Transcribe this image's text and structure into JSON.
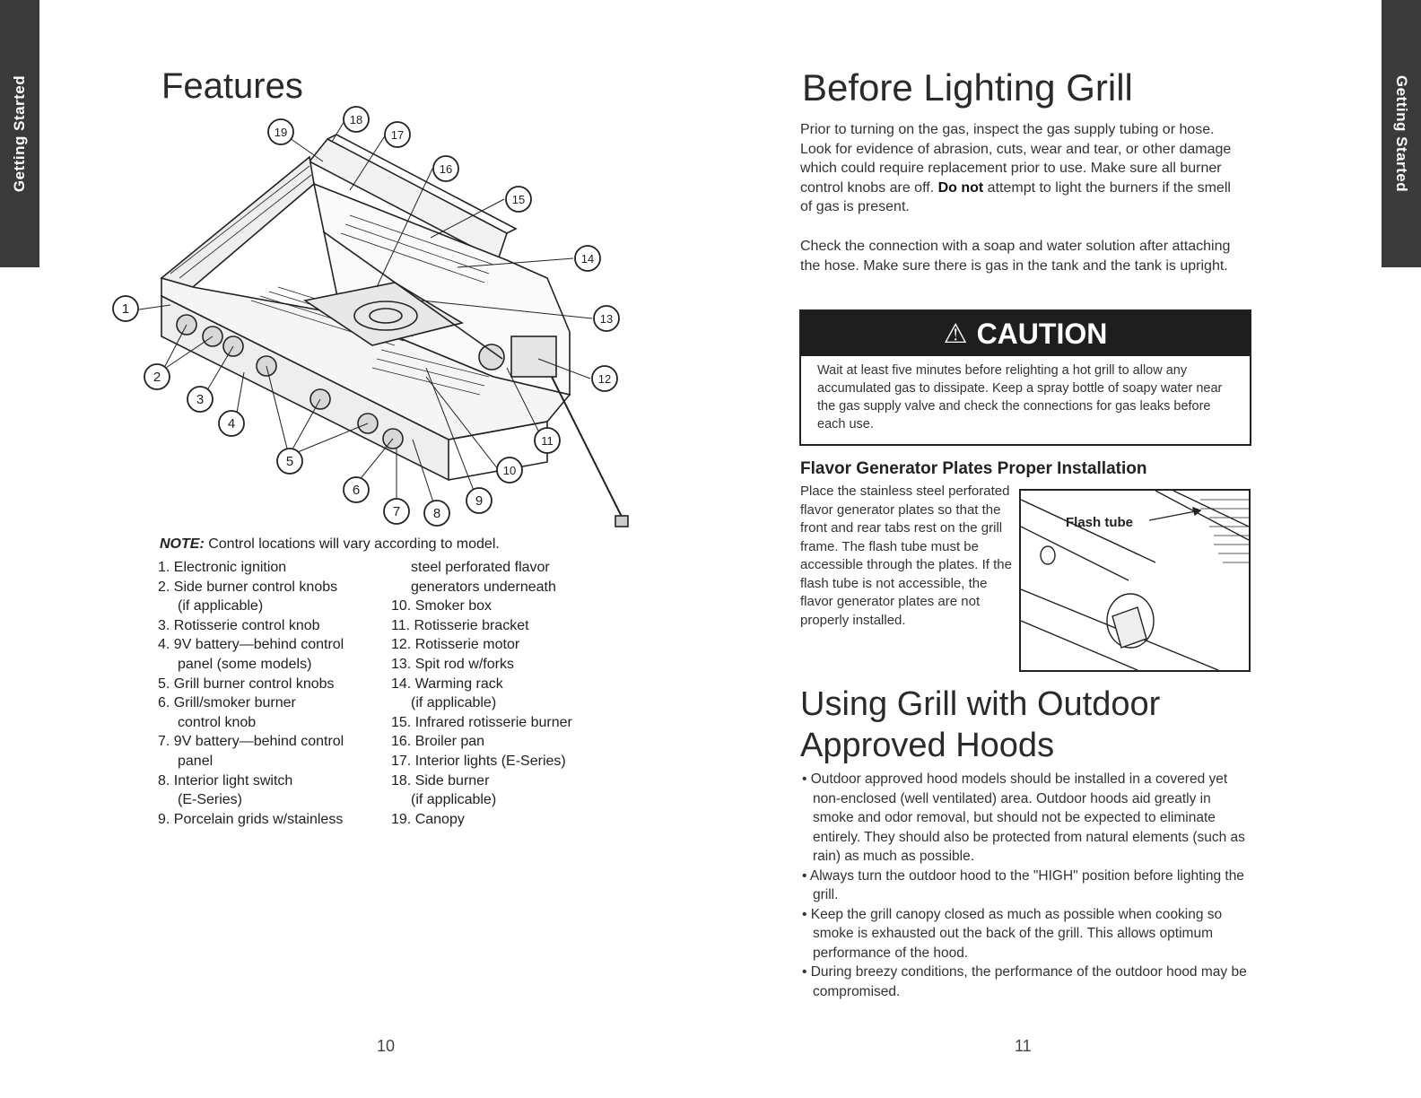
{
  "side_tabs": {
    "left": "Getting Started",
    "right": "Getting Started"
  },
  "left_page": {
    "title": "Features",
    "diagram_callouts": [
      "1",
      "2",
      "3",
      "4",
      "5",
      "6",
      "7",
      "8",
      "9",
      "10",
      "11",
      "12",
      "13",
      "14",
      "15",
      "16",
      "17",
      "18",
      "19"
    ],
    "note_label": "NOTE:",
    "note_text": " Control locations will vary according to model.",
    "parts_left": [
      {
        "text": "1. Electronic ignition",
        "cont": false
      },
      {
        "text": "2. Side burner control knobs",
        "cont": false
      },
      {
        "text": "(if applicable)",
        "cont": true
      },
      {
        "text": "3. Rotisserie control knob",
        "cont": false
      },
      {
        "text": "4. 9V battery—behind control",
        "cont": false
      },
      {
        "text": "panel (some models)",
        "cont": true
      },
      {
        "text": "5. Grill burner control knobs",
        "cont": false
      },
      {
        "text": "6. Grill/smoker burner",
        "cont": false
      },
      {
        "text": "control knob",
        "cont": true
      },
      {
        "text": "7. 9V battery—behind control",
        "cont": false
      },
      {
        "text": "panel",
        "cont": true
      },
      {
        "text": "8. Interior light switch",
        "cont": false
      },
      {
        "text": "(E-Series)",
        "cont": true
      },
      {
        "text": "9. Porcelain grids w/stainless",
        "cont": false
      }
    ],
    "parts_right": [
      {
        "text": "steel perforated flavor",
        "cont": true
      },
      {
        "text": "generators underneath",
        "cont": true
      },
      {
        "text": "10. Smoker box",
        "cont": false
      },
      {
        "text": "11. Rotisserie bracket",
        "cont": false
      },
      {
        "text": "12. Rotisserie motor",
        "cont": false
      },
      {
        "text": "13. Spit rod w/forks",
        "cont": false
      },
      {
        "text": "14. Warming rack",
        "cont": false
      },
      {
        "text": "(if applicable)",
        "cont": true
      },
      {
        "text": "15. Infrared rotisserie burner",
        "cont": false
      },
      {
        "text": "16. Broiler pan",
        "cont": false
      },
      {
        "text": "17. Interior lights (E-Series)",
        "cont": false
      },
      {
        "text": "18. Side burner",
        "cont": false
      },
      {
        "text": "(if applicable)",
        "cont": true
      },
      {
        "text": "19. Canopy",
        "cont": false
      }
    ],
    "page_number": "10"
  },
  "right_page": {
    "title": "Before Lighting Grill",
    "para1_a": "Prior to turning on the gas, inspect the gas supply tubing or hose. Look for evidence of abrasion, cuts, wear and tear, or other damage which could require replacement prior to use. Make sure all burner control knobs are off. ",
    "para1_bold": "Do not",
    "para1_b": " attempt to light the burners if the smell of gas is present.",
    "para2": "Check the connection with a soap and water solution after attaching the hose. Make sure there is gas in the tank and the tank is upright.",
    "caution_title": "CAUTION",
    "caution_text": "Wait at least five minutes before relighting a hot grill to allow any accumulated gas to dissipate. Keep a spray bottle of soapy water near the gas supply valve and check the connections for gas leaks before each use.",
    "flavor_title": "Flavor Generator Plates Proper Installation",
    "flavor_text": "Place the stainless steel perforated flavor generator plates so that the front and rear tabs rest on the grill frame. The flash tube must be accessible through the plates. If the flash tube is not accessible, the flavor generator plates are not properly installed.",
    "flash_tube_label": "Flash tube",
    "hoods_title_line1": "Using Grill with Outdoor",
    "hoods_title_line2": "Approved Hoods",
    "bullets": [
      "Outdoor approved hood models should be installed in a covered yet non-enclosed (well ventilated) area. Outdoor hoods aid greatly in smoke and odor removal, but should not be expected to eliminate entirely. They should also be protected from natural elements (such as rain) as much as possible.",
      "Always turn the outdoor hood to the \"HIGH\" position before lighting the grill.",
      "Keep the grill canopy closed as much as possible when cooking so smoke is exhausted out the back of the grill. This allows optimum performance of the hood.",
      "During breezy conditions, the performance of the outdoor hood may be compromised."
    ],
    "page_number": "11"
  }
}
